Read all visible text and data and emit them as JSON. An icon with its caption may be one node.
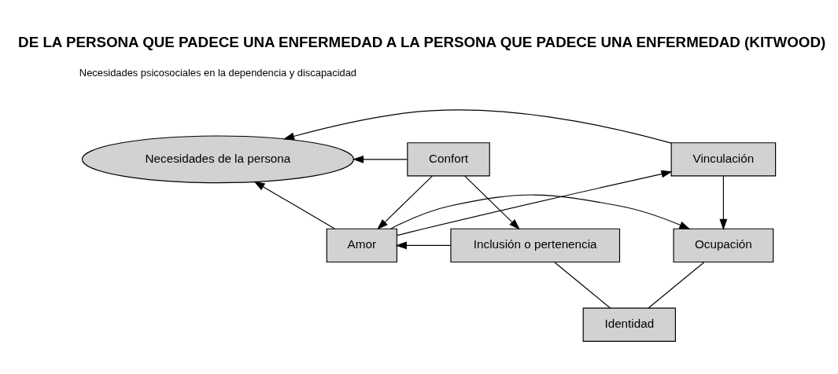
{
  "diagram": {
    "title": "DE LA PERSONA QUE PADECE UNA ENFERMEDAD A LA PERSONA QUE PADECE UNA ENFERMEDAD (KITWOOD)",
    "nodes": [
      {
        "text": [
          "Confort"
        ]
      },
      {
        "text": [
          "Necesidades de la persona"
        ]
      },
      {
        "text": [
          "Vinculación"
        ]
      },
      {
        "text": [
          "Amor"
        ]
      },
      {
        "text": [
          "Inclusión o pertenencia"
        ]
      },
      {
        "text": [
          "Ocupación"
        ]
      },
      {
        "text": [
          "Identidad"
        ]
      }
    ],
    "edges": [
      {
        "from": 0,
        "to": 1,
        "arrow": "to"
      },
      {
        "from": 2,
        "to": 1,
        "arrow": "to"
      },
      {
        "from": 0,
        "to": 3,
        "arrow": "to"
      },
      {
        "from": 0,
        "to": 4,
        "arrow": "to"
      },
      {
        "from": 3,
        "to": 1,
        "arrow": "to"
      },
      {
        "from": 3,
        "to": 2,
        "arrow": "to"
      },
      {
        "from": 4,
        "to": 3,
        "arrow": "to"
      },
      {
        "from": 3,
        "to": 5,
        "arrow": "to"
      },
      {
        "from": 2,
        "to": 5,
        "arrow": "to"
      },
      {
        "from": 4,
        "to": 6,
        "arrow": "none"
      },
      {
        "from": 5,
        "to": 6,
        "arrow": "none"
      }
    ],
    "labels": [
      "Necesidades psicosociales en la dependencia y discapacidad"
    ]
  }
}
